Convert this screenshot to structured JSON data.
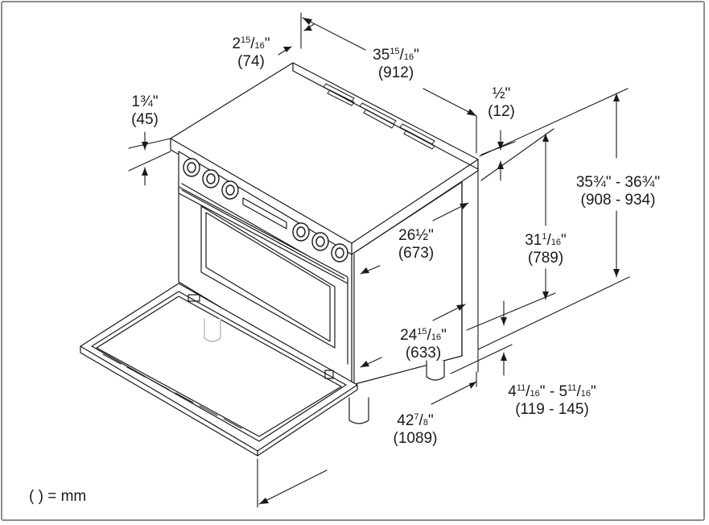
{
  "dimensions": {
    "top_depth_lip": {
      "whole": "2",
      "sup": "15",
      "sub": "16",
      "unit": "\"",
      "mm": "(74)"
    },
    "top_width": {
      "whole": "35",
      "sup": "15",
      "sub": "16",
      "unit": "\"",
      "mm": "(912)"
    },
    "back_guard_height": {
      "inch": "1¾\"",
      "mm": "(45)"
    },
    "back_offset": {
      "inch": "½\"",
      "mm": "(12)"
    },
    "overall_height": {
      "inch": "35¾\" - 36¾\"",
      "mm": "(908 - 934)"
    },
    "body_height": {
      "whole": "31",
      "sup": "1",
      "sub": "16",
      "unit": "\"",
      "mm": "(789)"
    },
    "body_depth": {
      "inch": "26½\"",
      "mm": "(673)"
    },
    "cabinet_depth": {
      "whole": "24",
      "sup": "15",
      "sub": "16",
      "unit": "\"",
      "mm": "(633)"
    },
    "leg_height": {
      "w1": "4",
      "s1": "11",
      "d1": "16",
      "w2": "5",
      "s2": "11",
      "d2": "16",
      "unit": "\"",
      "mm": "(119 - 145)"
    },
    "door_open_depth": {
      "whole": "42",
      "sup": "7",
      "sub": "8",
      "unit": "\"",
      "mm": "(1089)"
    }
  },
  "legend": "( ) = mm"
}
